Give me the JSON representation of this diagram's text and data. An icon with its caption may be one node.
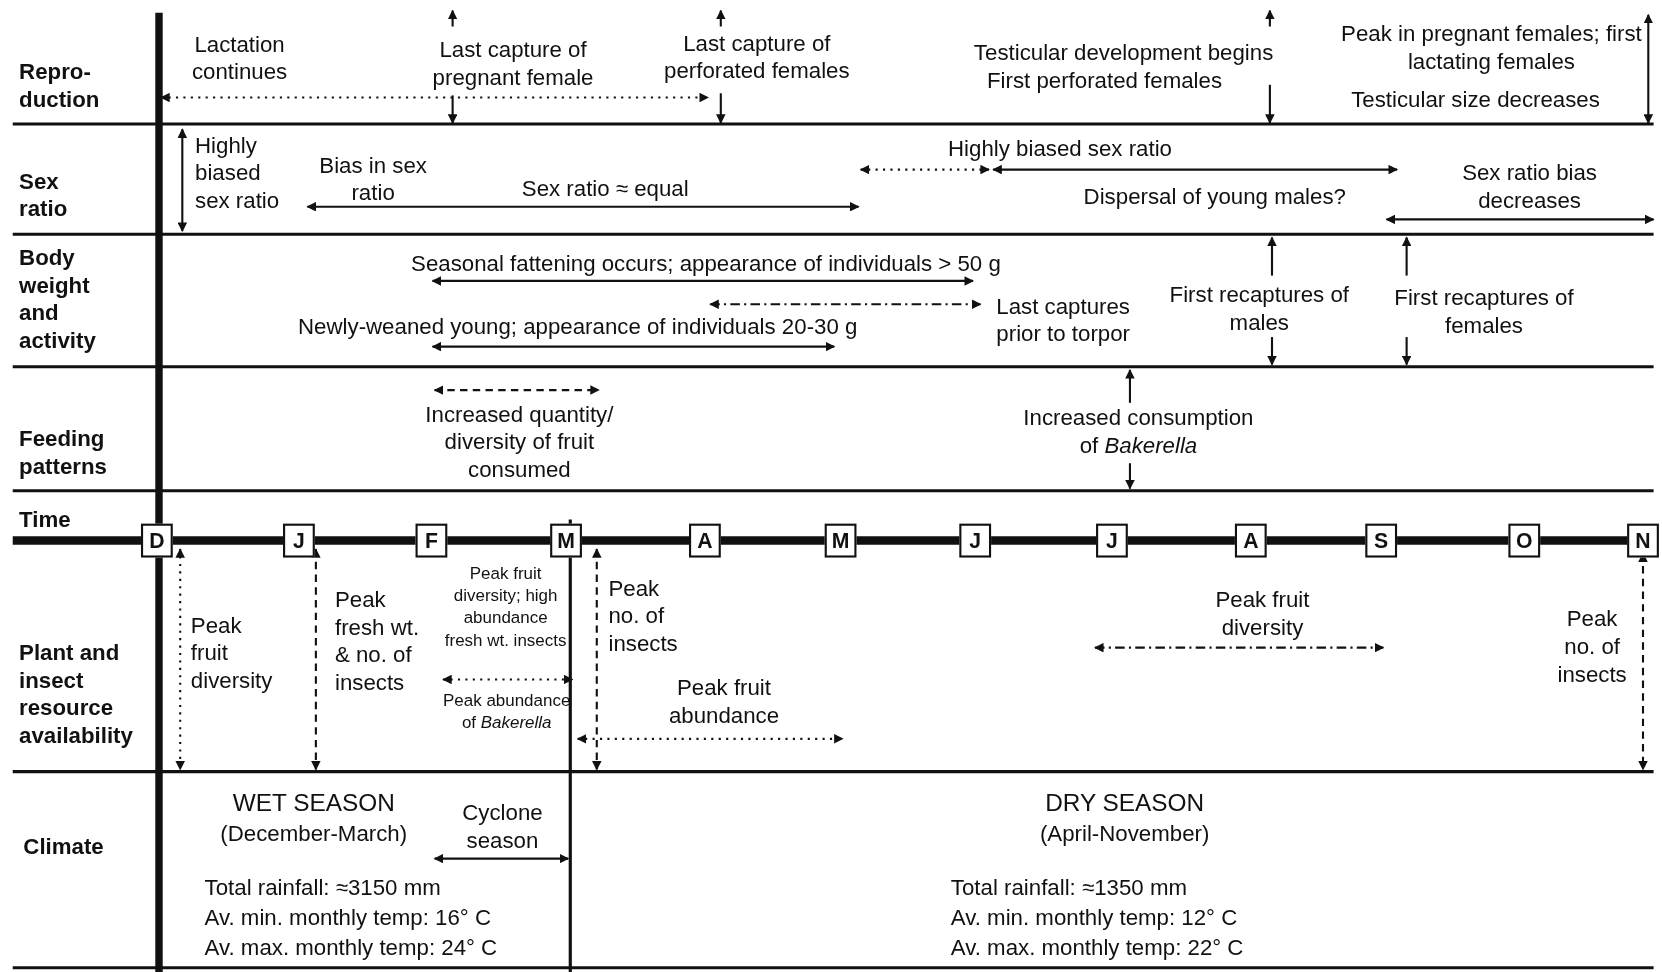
{
  "diagram": {
    "labels": [
      "Repro- duction",
      "Lactation continues",
      "Last capture of pregnant female",
      "Last capture of perforated females",
      "Testicular development begins",
      "First perforated females",
      "Peak in pregnant females; first lactating females",
      "Testicular size decreases",
      "Sex ratio",
      "Highly biased sex ratio",
      "Bias in sex ratio",
      "Sex ratio ≈ equal",
      "Highly biased sex ratio",
      "Dispersal of young males?",
      "Sex ratio bias decreases",
      "Body weight and activity",
      "Seasonal fattening occurs; appearance of individuals > 50 g",
      "Last captures prior to torpor",
      "Newly-weaned young; appearance of individuals 20-30 g",
      "First recaptures of males",
      "First recaptures of females",
      "Feeding patterns",
      "Increased quantity/ diversity of fruit consumed",
      "Increased consumption of *Bakerella*",
      "Time",
      "D",
      "J",
      "F",
      "M",
      "A",
      "M",
      "J",
      "J",
      "A",
      "S",
      "O",
      "N",
      "Plant and insect resource availability",
      "Peak fruit diversity",
      "Peak fresh wt. & no. of insects",
      "Peak fruit diversity; high abundance fresh wt. insects",
      "Peak abundance of *Bakerella*",
      "Peak no. of insects",
      "Peak fruit abundance",
      "Peak fruit diversity",
      "Peak no. of insects",
      "Climate",
      "WET SEASON",
      "(December-March)",
      "Cyclone season",
      "Total rainfall: ≈3150 mm",
      "Av. min. monthly temp: 16° C",
      "Av. max. monthly temp: 24° C",
      "DRY SEASON",
      "(April-November)",
      "Total rainfall: ≈1350 mm",
      "Av. min. monthly temp: 12° C",
      "Av. max. monthly temp: 22° C"
    ]
  }
}
